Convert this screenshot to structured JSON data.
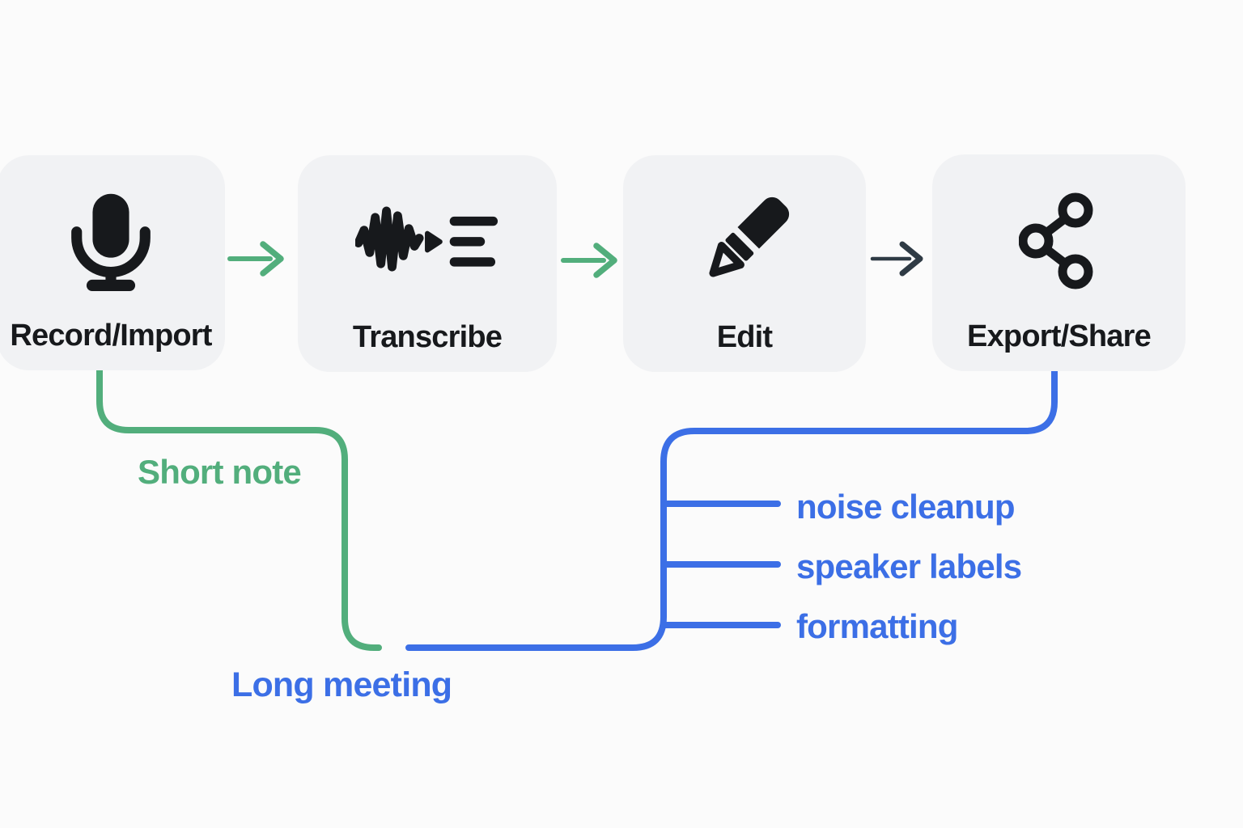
{
  "diagram_type": "flowchart",
  "colors": {
    "green_path": "#52AE7C",
    "blue_path": "#3C6FE6",
    "dark_arrow": "#2F3B45",
    "card_background": "#F1F2F4",
    "icon_and_label": "#17191C",
    "page_background": "#FBFBFB"
  },
  "flow": {
    "steps": [
      {
        "label": "Record/Import",
        "icon": "microphone-icon"
      },
      {
        "label": "Transcribe",
        "icon": "waveform-to-text-icon"
      },
      {
        "label": "Edit",
        "icon": "pencil-icon"
      },
      {
        "label": "Export/Share",
        "icon": "share-nodes-icon"
      }
    ],
    "arrows": [
      {
        "from": "Record/Import",
        "to": "Transcribe",
        "color": "green"
      },
      {
        "from": "Transcribe",
        "to": "Edit",
        "color": "green"
      },
      {
        "from": "Edit",
        "to": "Export/Share",
        "color": "dark"
      }
    ]
  },
  "branches": {
    "short_note": {
      "label": "Short note",
      "color": "green",
      "from": "Record/Import",
      "to": "long_meeting_path"
    },
    "long_meeting": {
      "label": "Long meeting",
      "color": "blue",
      "to": "Export/Share",
      "sub_steps": [
        "noise cleanup",
        "speaker labels",
        "formatting"
      ]
    }
  }
}
